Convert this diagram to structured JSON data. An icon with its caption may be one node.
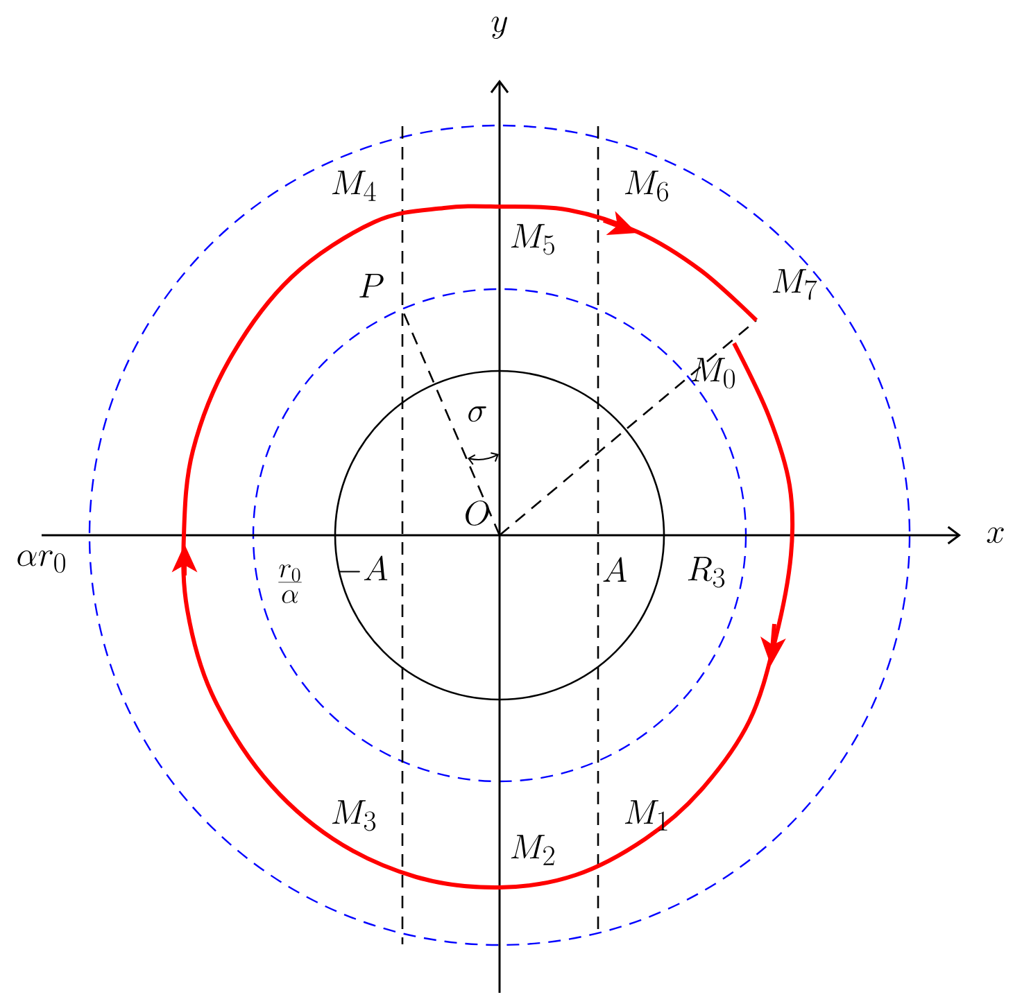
{
  "diagram": {
    "labels": [
      "y",
      "M_4",
      "M_6",
      "M_5",
      "P",
      "M_7",
      "M_0",
      "\\sigma",
      "O",
      "x",
      "\\alpha r_0",
      "\\frac{r_0}{\\alpha}",
      "-A",
      "A",
      "R_3",
      "M_3",
      "M_1",
      "M_2"
    ]
  }
}
